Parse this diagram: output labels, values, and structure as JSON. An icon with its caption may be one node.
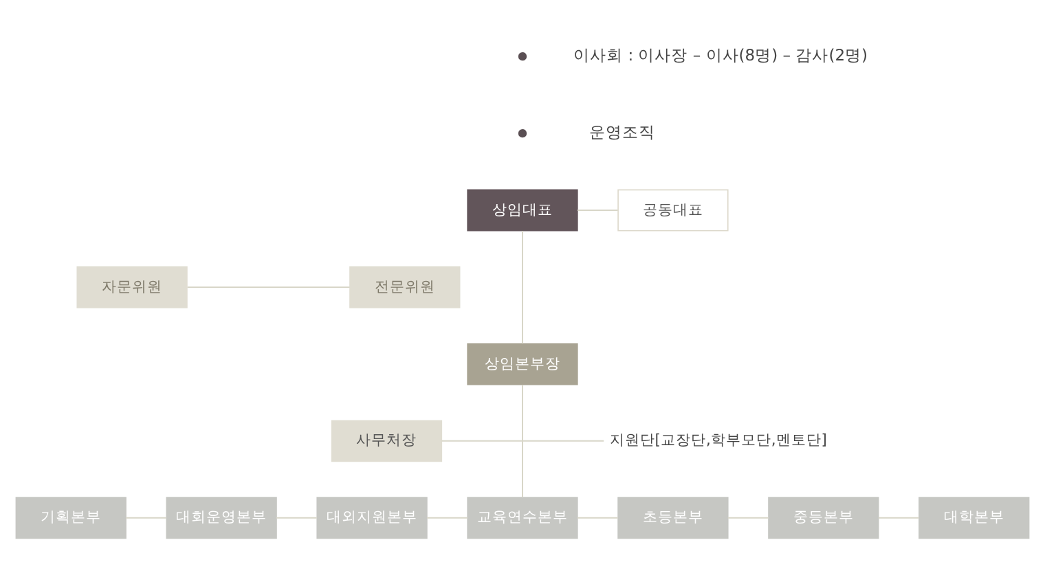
{
  "diagram": {
    "nodes": [
      {
        "text": [
          "상임대표"
        ]
      },
      {
        "text": [
          "공동대표"
        ]
      },
      {
        "text": [
          "자문위원"
        ]
      },
      {
        "text": [
          "전문위원"
        ]
      },
      {
        "text": [
          "상임본부장"
        ]
      },
      {
        "text": [
          "사무처장"
        ]
      },
      {
        "text": [
          "지원단[교장단,학부모단,멘토단]"
        ]
      },
      {
        "text": [
          "기획본부"
        ]
      },
      {
        "text": [
          "대회운영본부"
        ]
      },
      {
        "text": [
          "대외지원본부"
        ]
      },
      {
        "text": [
          "교육연수본부"
        ]
      },
      {
        "text": [
          "초등본부"
        ]
      },
      {
        "text": [
          "중등본부"
        ]
      },
      {
        "text": [
          "대학본부"
        ]
      }
    ],
    "edges": [
      {
        "from": 0,
        "to": 1,
        "arrow": "none"
      },
      {
        "from": 0,
        "to": 4,
        "arrow": "none"
      },
      {
        "from": 2,
        "to": 3,
        "arrow": "none"
      },
      {
        "from": 5,
        "to": 6,
        "arrow": "none"
      },
      {
        "from": 4,
        "to": 10,
        "arrow": "none"
      },
      {
        "from": 7,
        "to": 8,
        "arrow": "none"
      },
      {
        "from": 8,
        "to": 9,
        "arrow": "none"
      },
      {
        "from": 9,
        "to": 10,
        "arrow": "none"
      },
      {
        "from": 10,
        "to": 11,
        "arrow": "none"
      },
      {
        "from": 11,
        "to": 12,
        "arrow": "none"
      },
      {
        "from": 12,
        "to": 13,
        "arrow": "none"
      }
    ],
    "labels": [
      "이사회 : 이사장 – 이사(8명) – 감사(2명)",
      "운영조직"
    ]
  }
}
